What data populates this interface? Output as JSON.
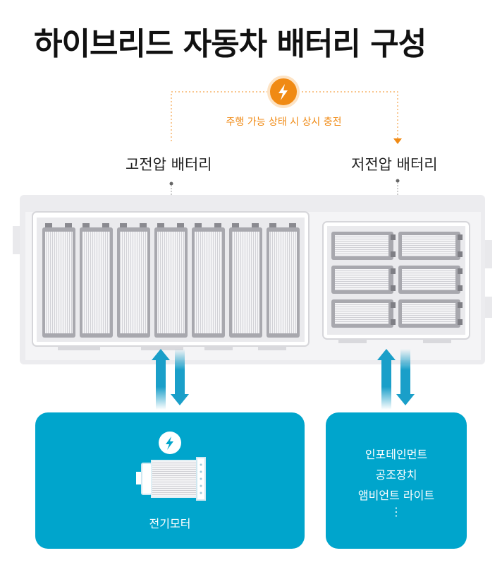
{
  "title": "하이브리드 자동차 배터리 구성",
  "charging_note": "주행 가능 상태 시 상시 충전",
  "high_voltage_label": "고전압 배터리",
  "low_voltage_label": "저전압 배터리",
  "motor_label": "전기모터",
  "accessories": [
    "인포테인먼트",
    "공조장치",
    "앰비언트 라이트",
    "⋮"
  ],
  "colors": {
    "accent": "#f08a14",
    "box": "#00a5cc",
    "arrow": "#1a9fc9"
  },
  "icons": [
    "lightning-icon",
    "motor-icon"
  ]
}
